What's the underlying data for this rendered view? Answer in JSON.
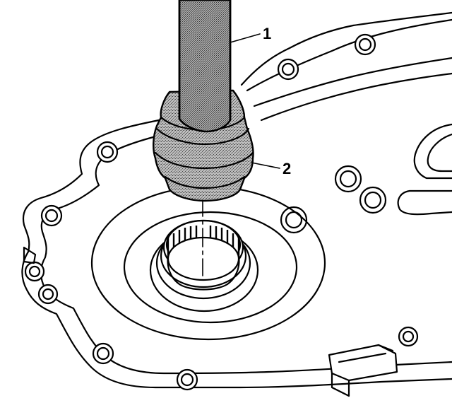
{
  "figure": {
    "callouts": [
      {
        "id": "1",
        "label": "1"
      },
      {
        "id": "2",
        "label": "2"
      }
    ],
    "colors": {
      "ink": "#000000",
      "paper": "#ffffff",
      "tool_shade": "#9a9a9a"
    }
  }
}
